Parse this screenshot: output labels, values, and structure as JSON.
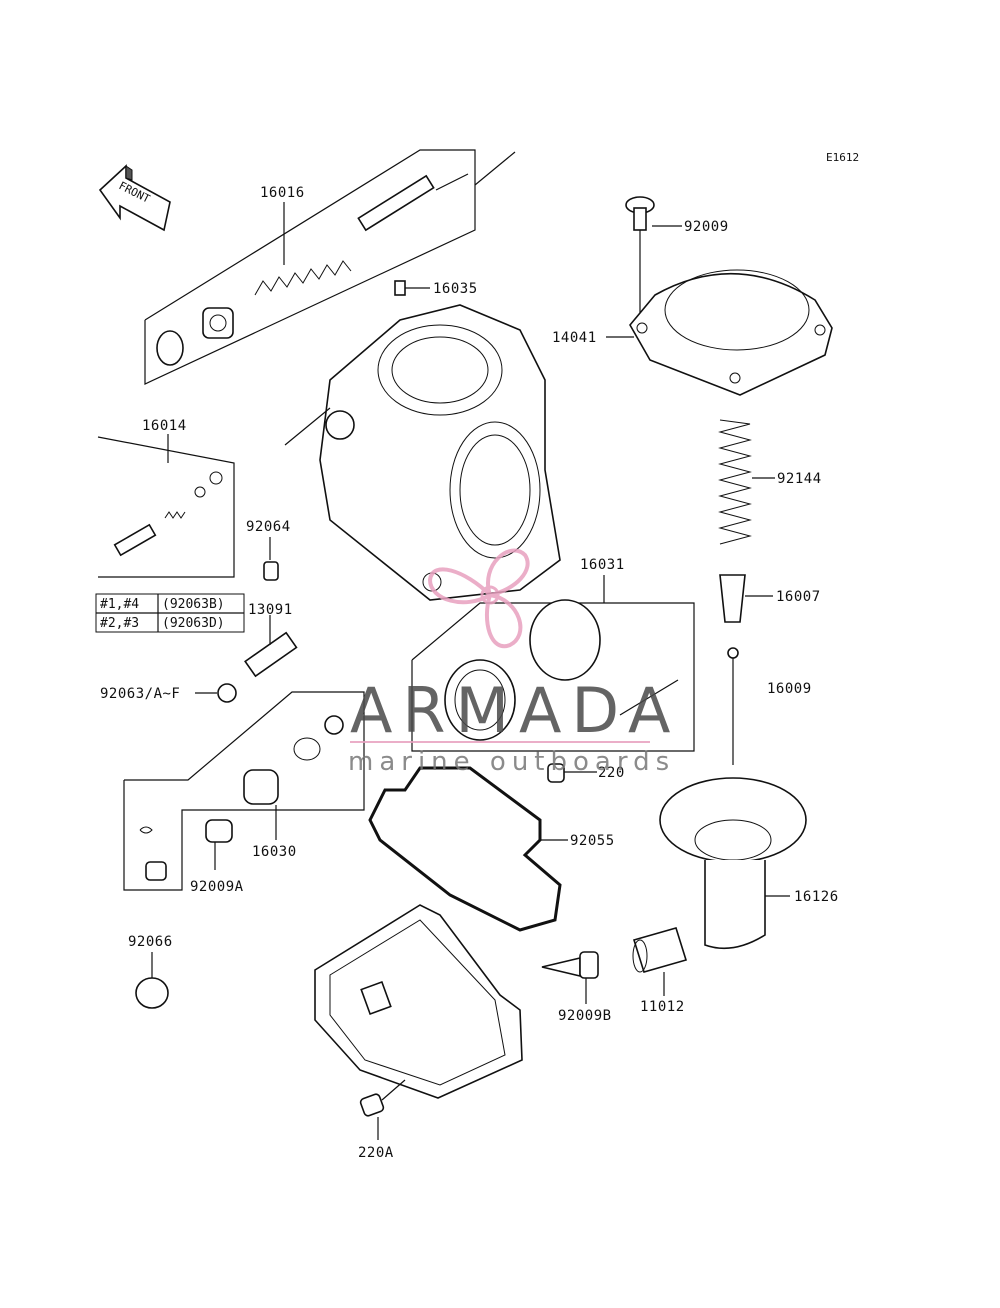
{
  "diagram_code": "E1612",
  "front_arrow_label": "FRONT",
  "parts": [
    {
      "id": "16016",
      "label": "16016"
    },
    {
      "id": "16035",
      "label": "16035"
    },
    {
      "id": "92009",
      "label": "92009"
    },
    {
      "id": "14041",
      "label": "14041"
    },
    {
      "id": "16014",
      "label": "16014"
    },
    {
      "id": "92064",
      "label": "92064"
    },
    {
      "id": "13091",
      "label": "13091"
    },
    {
      "id": "92063-a-f",
      "label": "92063/A~F"
    },
    {
      "id": "92144",
      "label": "92144"
    },
    {
      "id": "16031",
      "label": "16031"
    },
    {
      "id": "16007",
      "label": "16007"
    },
    {
      "id": "16009",
      "label": "16009"
    },
    {
      "id": "220",
      "label": "220"
    },
    {
      "id": "16030",
      "label": "16030"
    },
    {
      "id": "92009a",
      "label": "92009A"
    },
    {
      "id": "92055",
      "label": "92055"
    },
    {
      "id": "16126",
      "label": "16126"
    },
    {
      "id": "92066",
      "label": "92066"
    },
    {
      "id": "92009b",
      "label": "92009B"
    },
    {
      "id": "11012",
      "label": "11012"
    },
    {
      "id": "220a",
      "label": "220A"
    }
  ],
  "legend": {
    "rows": [
      {
        "cylinders": "#1,#4",
        "part": "(92063B)"
      },
      {
        "cylinders": "#2,#3",
        "part": "(92063D)"
      }
    ]
  },
  "watermark": {
    "brand": "ARMADA",
    "tagline": "marine outboards",
    "accent_color": "#e8a0bf"
  }
}
